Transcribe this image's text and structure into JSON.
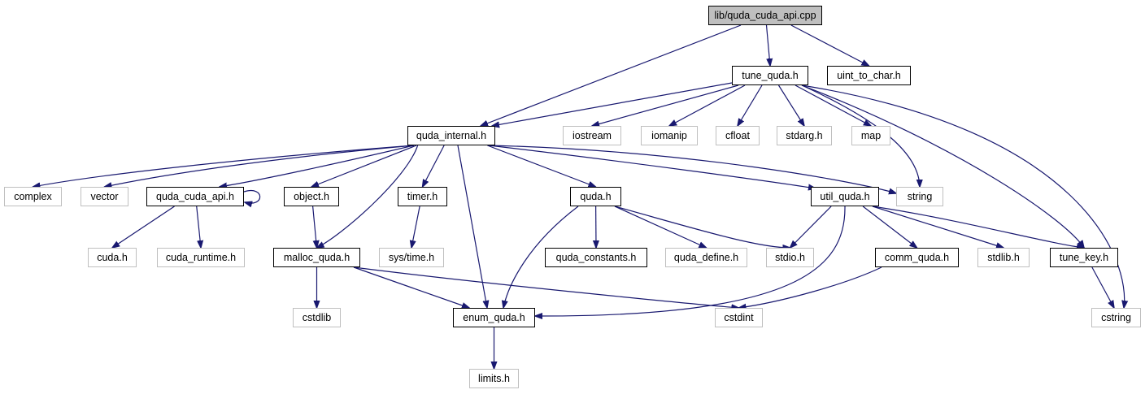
{
  "edge_color": "#191970",
  "nodes": {
    "root": "lib/quda_cuda_api.cpp",
    "tune_quda": "tune_quda.h",
    "uint_to_char": "uint_to_char.h",
    "quda_internal": "quda_internal.h",
    "iostream": "iostream",
    "iomanip": "iomanip",
    "cfloat": "cfloat",
    "stdarg": "stdarg.h",
    "map": "map",
    "complex": "complex",
    "vector": "vector",
    "quda_cuda_api_h": "quda_cuda_api.h",
    "object": "object.h",
    "timer": "timer.h",
    "quda": "quda.h",
    "util_quda": "util_quda.h",
    "string": "string",
    "cuda": "cuda.h",
    "cuda_runtime": "cuda_runtime.h",
    "malloc_quda": "malloc_quda.h",
    "sys_time": "sys/time.h",
    "quda_constants": "quda_constants.h",
    "quda_define": "quda_define.h",
    "stdio": "stdio.h",
    "comm_quda": "comm_quda.h",
    "stdlib": "stdlib.h",
    "tune_key": "tune_key.h",
    "cstdlib": "cstdlib",
    "enum_quda": "enum_quda.h",
    "cstdint": "cstdint",
    "cstring": "cstring",
    "limits": "limits.h"
  },
  "edges": [
    [
      "root",
      "tune_quda"
    ],
    [
      "root",
      "uint_to_char"
    ],
    [
      "root",
      "quda_internal"
    ],
    [
      "tune_quda",
      "quda_internal"
    ],
    [
      "tune_quda",
      "iostream"
    ],
    [
      "tune_quda",
      "iomanip"
    ],
    [
      "tune_quda",
      "cfloat"
    ],
    [
      "tune_quda",
      "stdarg"
    ],
    [
      "tune_quda",
      "map"
    ],
    [
      "tune_quda",
      "string"
    ],
    [
      "tune_quda",
      "tune_key"
    ],
    [
      "tune_quda",
      "cstring"
    ],
    [
      "quda_internal",
      "complex"
    ],
    [
      "quda_internal",
      "vector"
    ],
    [
      "quda_internal",
      "quda_cuda_api_h"
    ],
    [
      "quda_internal",
      "object"
    ],
    [
      "quda_internal",
      "timer"
    ],
    [
      "quda_internal",
      "quda"
    ],
    [
      "quda_internal",
      "util_quda"
    ],
    [
      "quda_internal",
      "string"
    ],
    [
      "quda_internal",
      "malloc_quda"
    ],
    [
      "quda_internal",
      "enum_quda"
    ],
    [
      "quda_cuda_api_h",
      "quda_cuda_api_h"
    ],
    [
      "quda_cuda_api_h",
      "cuda"
    ],
    [
      "quda_cuda_api_h",
      "cuda_runtime"
    ],
    [
      "object",
      "malloc_quda"
    ],
    [
      "timer",
      "sys_time"
    ],
    [
      "quda",
      "quda_constants"
    ],
    [
      "quda",
      "quda_define"
    ],
    [
      "quda",
      "stdio"
    ],
    [
      "quda",
      "enum_quda"
    ],
    [
      "util_quda",
      "stdio"
    ],
    [
      "util_quda",
      "comm_quda"
    ],
    [
      "util_quda",
      "stdlib"
    ],
    [
      "util_quda",
      "tune_key"
    ],
    [
      "util_quda",
      "enum_quda"
    ],
    [
      "malloc_quda",
      "cstdlib"
    ],
    [
      "malloc_quda",
      "enum_quda"
    ],
    [
      "malloc_quda",
      "cstdint"
    ],
    [
      "comm_quda",
      "cstdint"
    ],
    [
      "tune_key",
      "cstring"
    ],
    [
      "enum_quda",
      "limits"
    ]
  ]
}
